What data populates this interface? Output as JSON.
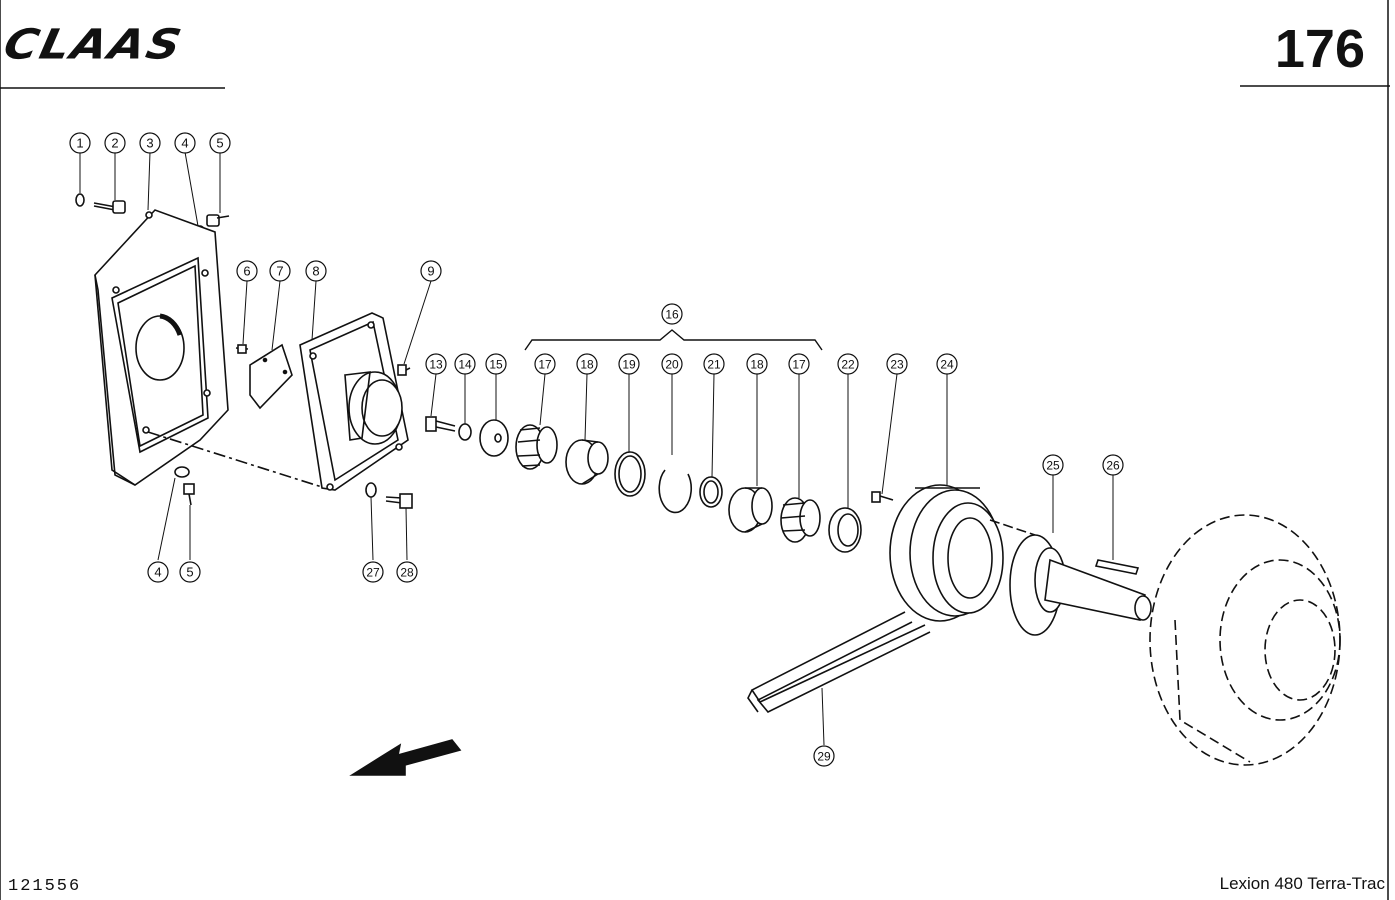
{
  "header": {
    "brand": "CLAAS",
    "page_number": "176"
  },
  "footer": {
    "document_number": "121556",
    "model": "Lexion 480 Terra-Trac"
  },
  "callouts": [
    "1",
    "2",
    "3",
    "4",
    "5",
    "6",
    "7",
    "8",
    "9",
    "13",
    "14",
    "15",
    "16",
    "17",
    "18",
    "19",
    "20",
    "21",
    "18",
    "17",
    "22",
    "23",
    "24",
    "25",
    "26",
    "4",
    "5",
    "27",
    "28",
    "29"
  ]
}
